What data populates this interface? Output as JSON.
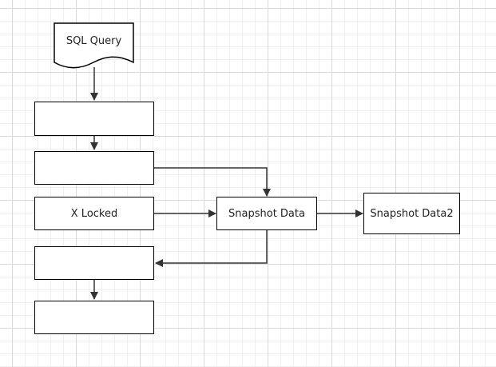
{
  "nodes": {
    "sql_query": "SQL Query",
    "step1": "",
    "step2": "",
    "x_locked": "X Locked",
    "step4": "",
    "step5": "",
    "snapshot_data": "Snapshot Data",
    "snapshot_data2": "Snapshot Data2"
  },
  "colors": {
    "stroke": "#000000",
    "fill": "#ffffff",
    "text": "#222222",
    "grid_major": "#d9d9d9",
    "grid_minor": "#efefef"
  }
}
